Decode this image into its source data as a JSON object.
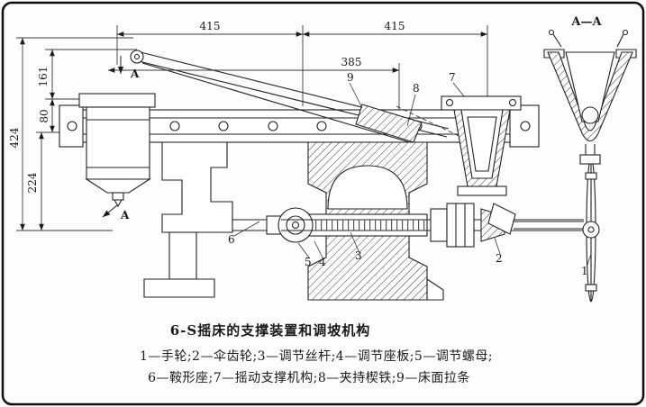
{
  "title": "6-S摇床的支撑装置和调坡机构",
  "caption": {
    "line1": "1—手轮;2—伞齿轮;3—调节丝杆;4—调节座板;5—调节螺母;",
    "line2": "6—鞍形座;7—摇动支撑机构;8—夹持楔铁;9—床面拉条"
  },
  "section_label": "A—A",
  "view_label": "A",
  "dims": {
    "top_left": "415",
    "top_right": "415",
    "mid": "385",
    "total": "424",
    "upper": "161",
    "middle": "80",
    "lower": "224"
  },
  "parts": [
    "1",
    "2",
    "3",
    "4",
    "5",
    "6",
    "7",
    "8",
    "9"
  ]
}
